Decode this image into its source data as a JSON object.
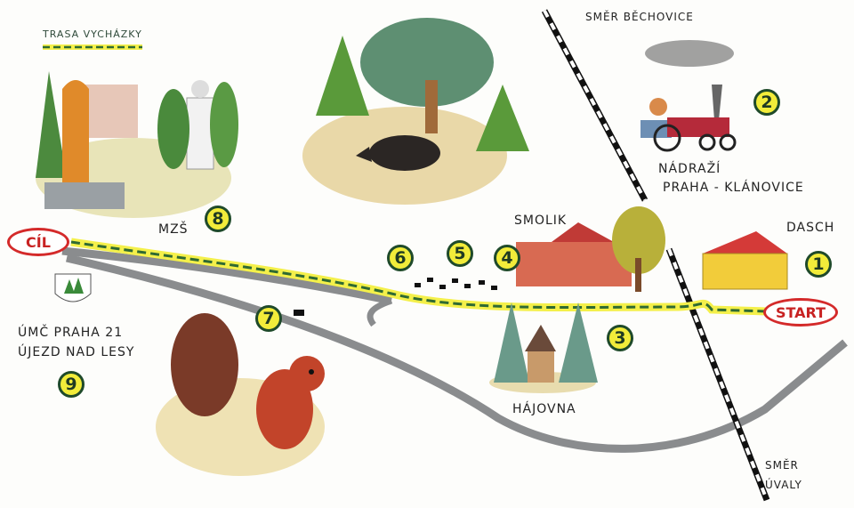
{
  "legend": {
    "title": "TRASA VYCHÁZKY"
  },
  "endpoints": {
    "start": "START",
    "finish": "CÍL"
  },
  "labels": {
    "mzs": "MZŠ",
    "smolik": "SMOLIK",
    "dasch": "DASCH",
    "station_line1": "NÁDRAŽÍ",
    "station_line2": "PRAHA - KLÁNOVICE",
    "dir_bechovice": "SMĚR BĚCHOVICE",
    "hajovna": "HÁJOVNA",
    "dir_uvaly_1": "SMĚR",
    "dir_uvaly_2": "ÚVALY",
    "umc_1": "ÚMČ PRAHA 21",
    "umc_2": "ÚJEZD NAD LESY"
  },
  "stops": [
    "1",
    "2",
    "3",
    "4",
    "5",
    "6",
    "7",
    "8",
    "9"
  ],
  "colors": {
    "trail_highlight": "#f4f04a",
    "trail_dash": "#2f6a32",
    "road": "#8a8c8e",
    "oval": "#d42a2a",
    "stop_fill": "#f2ec3a"
  }
}
